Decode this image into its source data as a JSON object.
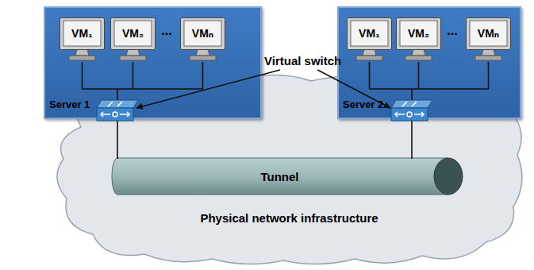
{
  "diagram": {
    "nodes": [
      {
        "text": [
          "Server 1"
        ]
      },
      {
        "text": [
          "VM₁"
        ],
        "in": 0
      },
      {
        "text": [
          "VM₂"
        ],
        "in": 0
      },
      {
        "text": [
          "VMₙ"
        ],
        "in": 0
      },
      {
        "text": [
          "Server 2"
        ]
      },
      {
        "text": [
          "VM₁"
        ],
        "in": 4
      },
      {
        "text": [
          "VM₂"
        ],
        "in": 4
      },
      {
        "text": [
          "VMₙ"
        ],
        "in": 4
      },
      {
        "text": [
          "Physical network infrastructure"
        ]
      },
      {
        "text": [
          "Tunnel"
        ],
        "in": 8
      }
    ],
    "labels": [
      "Virtual switch",
      "...",
      "..."
    ]
  }
}
